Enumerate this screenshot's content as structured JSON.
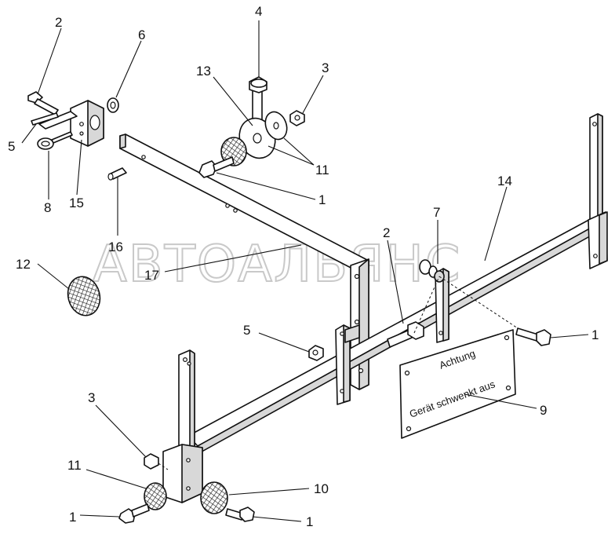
{
  "watermark": "АВТОАЛЬЯНС",
  "sign": {
    "line1": "Achtung",
    "line2": "Gerät schwenkt aus"
  },
  "callouts": [
    {
      "id": "c-2-top",
      "label": "2"
    },
    {
      "id": "c-6",
      "label": "6"
    },
    {
      "id": "c-4",
      "label": "4"
    },
    {
      "id": "c-13",
      "label": "13"
    },
    {
      "id": "c-3-top",
      "label": "3"
    },
    {
      "id": "c-5-top",
      "label": "5"
    },
    {
      "id": "c-8",
      "label": "8"
    },
    {
      "id": "c-15",
      "label": "15"
    },
    {
      "id": "c-11-top",
      "label": "11"
    },
    {
      "id": "c-1-mid",
      "label": "1"
    },
    {
      "id": "c-14",
      "label": "14"
    },
    {
      "id": "c-16",
      "label": "16"
    },
    {
      "id": "c-7",
      "label": "7"
    },
    {
      "id": "c-2-mid",
      "label": "2"
    },
    {
      "id": "c-12",
      "label": "12"
    },
    {
      "id": "c-17",
      "label": "17"
    },
    {
      "id": "c-5-mid",
      "label": "5"
    },
    {
      "id": "c-1-right",
      "label": "1"
    },
    {
      "id": "c-9",
      "label": "9"
    },
    {
      "id": "c-3-bot",
      "label": "3"
    },
    {
      "id": "c-11-bot",
      "label": "11"
    },
    {
      "id": "c-10",
      "label": "10"
    },
    {
      "id": "c-1-botleft",
      "label": "1"
    },
    {
      "id": "c-1-botright",
      "label": "1"
    }
  ]
}
